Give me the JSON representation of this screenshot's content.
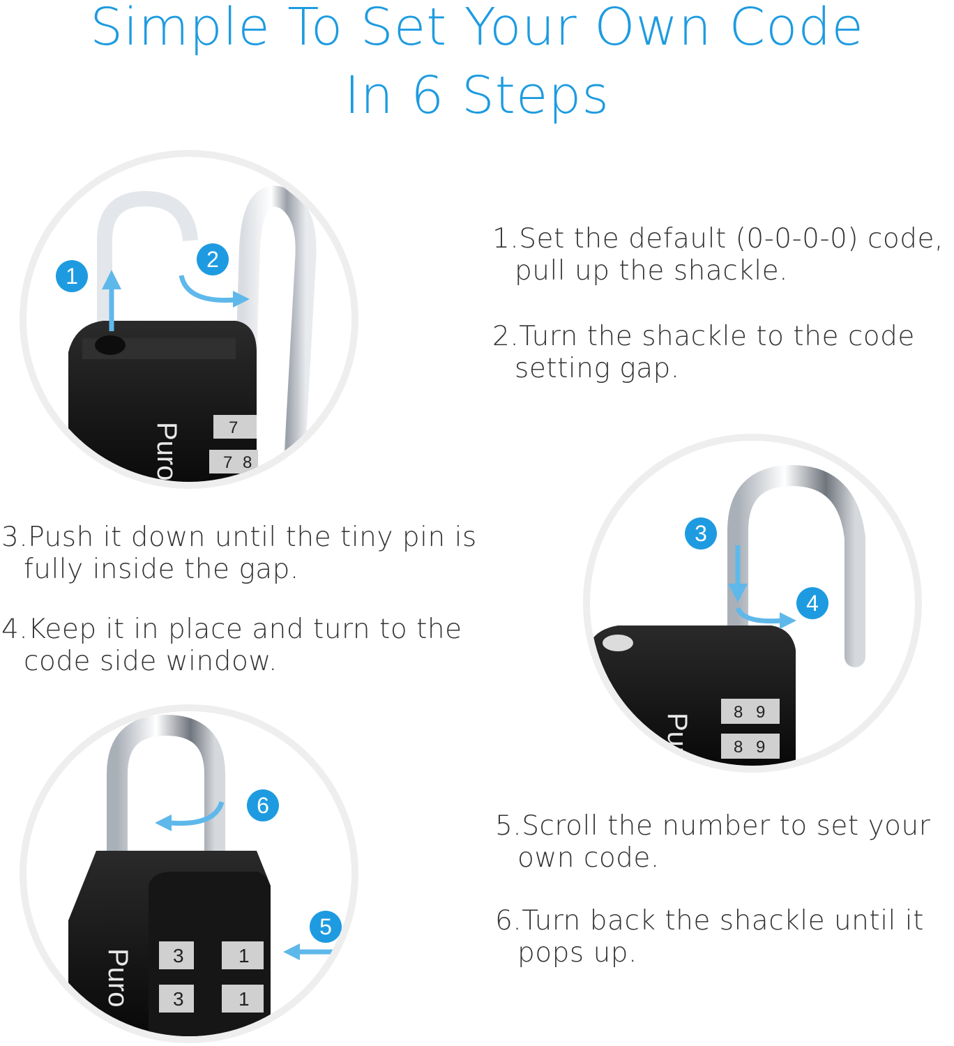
{
  "title": {
    "line1": "Simple To Set Your Own Code",
    "line2": "In 6 Steps"
  },
  "brand": "Puro",
  "steps": [
    {
      "num": "1",
      "line1": "1.Set the default (0-0-0-0) code,",
      "line2": "pull up the shackle."
    },
    {
      "num": "2",
      "line1": "2.Turn the shackle to the code",
      "line2": "setting gap."
    },
    {
      "num": "3",
      "line1": "3.Push it down until the tiny pin is",
      "line2": "fully inside the gap."
    },
    {
      "num": "4",
      "line1": "4.Keep it in place and turn to the",
      "line2": "code side window."
    },
    {
      "num": "5",
      "line1": "5.Scroll the number to set your",
      "line2": "own code."
    },
    {
      "num": "6",
      "line1": "6.Turn back the shackle until it",
      "line2": "pops up."
    }
  ],
  "dials": {
    "circle1": [
      "7",
      "7",
      "8"
    ],
    "circle2": [
      "8",
      "9",
      "8",
      "9"
    ],
    "circle3": [
      "3",
      "1",
      "3",
      "1"
    ]
  },
  "colors": {
    "accent": "#1e9be0",
    "text": "#333333",
    "lock_body": "#111111",
    "circle_ring": "#eeeeee"
  },
  "icons": [
    "padlock-illustration",
    "arrow-up-icon",
    "arrow-curve-right-icon",
    "arrow-down-icon",
    "arrow-left-icon"
  ]
}
